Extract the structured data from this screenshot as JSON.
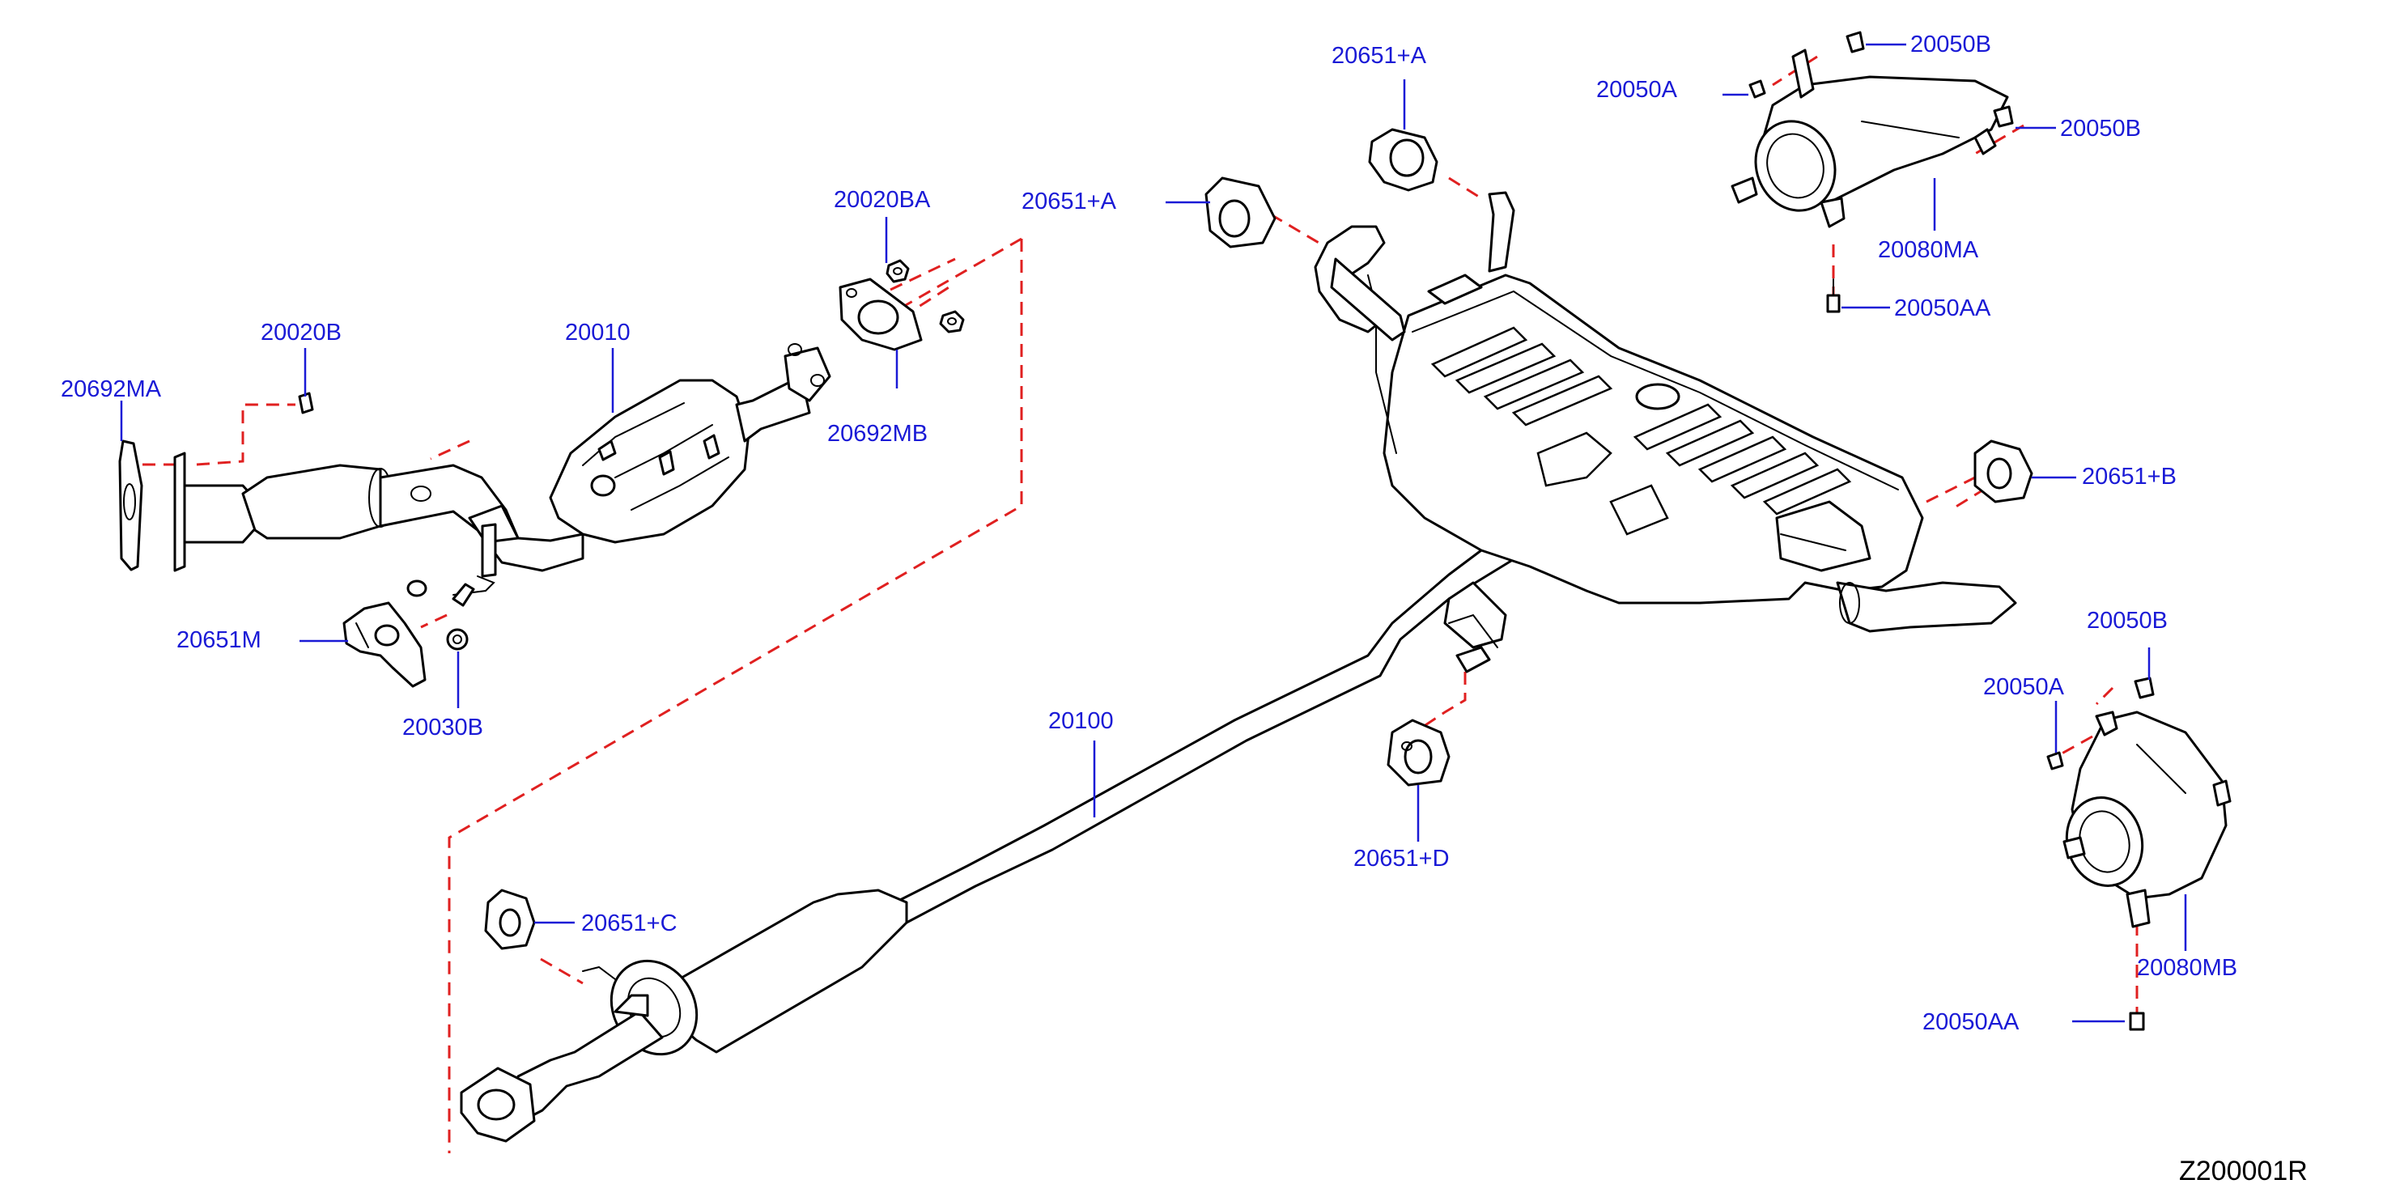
{
  "colors": {
    "label": "#1a1ad6",
    "leader": "#1a1ad6",
    "dashed_line": "#e02020",
    "line_art": "#000000"
  },
  "labels": {
    "p20692MA": "20692MA",
    "p20020B": "20020B",
    "p20010": "20010",
    "p20020BA": "20020BA",
    "p20692MB": "20692MB",
    "p20651M": "20651M",
    "p20030B": "20030B",
    "p20651A_top": "20651+A",
    "p20651A_mid": "20651+A",
    "p20050A_top": "20050A",
    "p20050B_top1": "20050B",
    "p20050B_top2": "20050B",
    "p20080MA": "20080MA",
    "p20050AA_top": "20050AA",
    "p20651B": "20651+B",
    "p20100": "20100",
    "p20651D": "20651+D",
    "p20651C": "20651+C",
    "p20050B_low": "20050B",
    "p20050A_low": "20050A",
    "p20080MB": "20080MB",
    "p20050AA_low": "20050AA"
  },
  "diagram_code": "Z200001R"
}
